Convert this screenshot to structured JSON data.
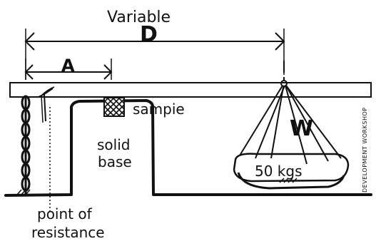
{
  "labels": {
    "variable": "Variable",
    "distance_d": "D",
    "distance_a": "A",
    "sample": "sampie",
    "base_line1": "solid",
    "base_line2": "base",
    "weight": "W",
    "mass": "50 kgs",
    "resistance_line1": "point of",
    "resistance_line2": "resistance",
    "side_text": "DEVELOPMENT WORKSHOP"
  },
  "colors": {
    "ink": "#111111",
    "paper": "#ffffff"
  }
}
